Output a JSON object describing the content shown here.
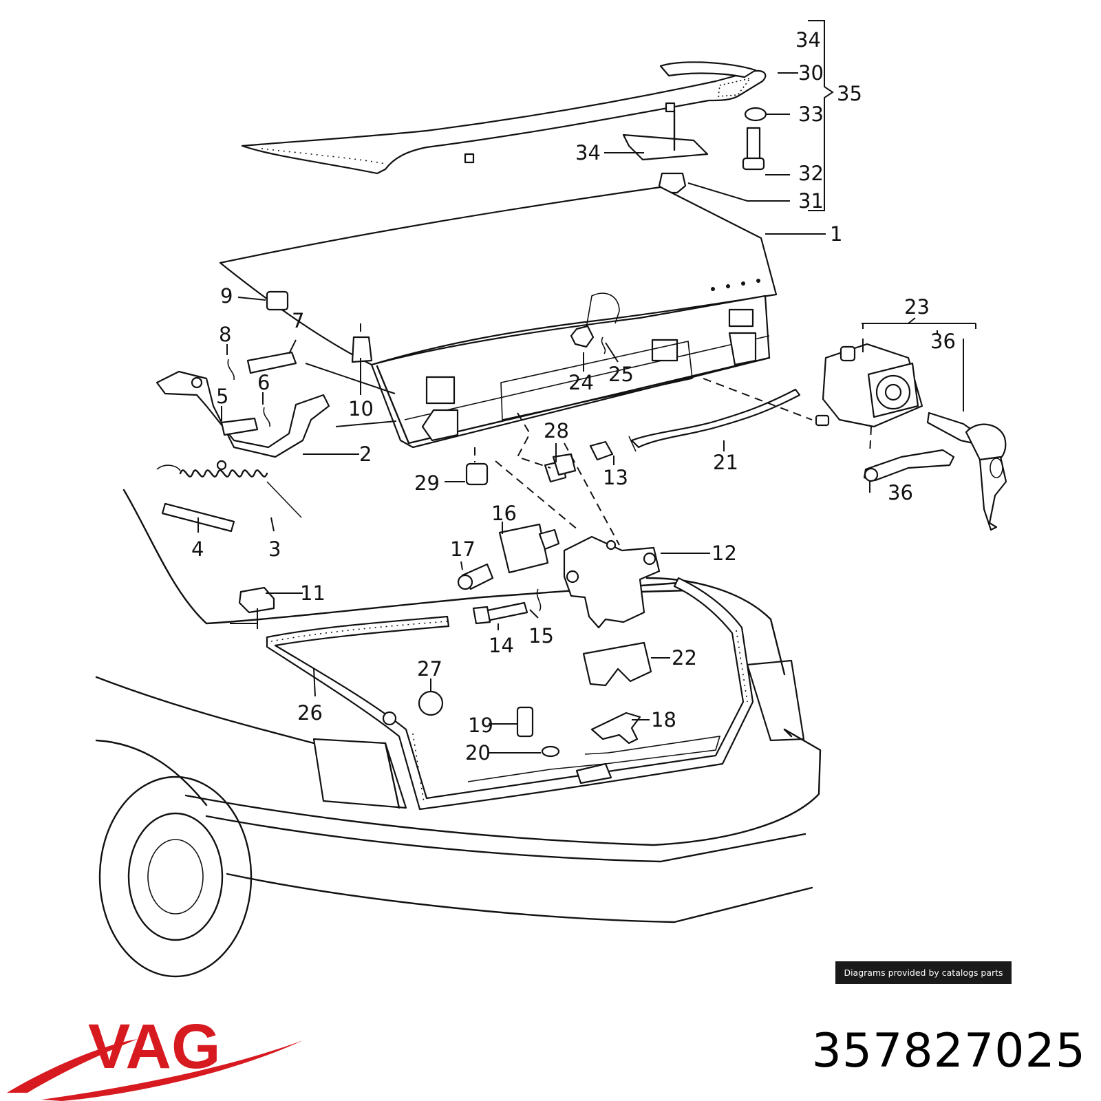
{
  "diagram": {
    "callouts": [
      {
        "id": "c34a",
        "text": "34"
      },
      {
        "id": "c30",
        "text": "30"
      },
      {
        "id": "c35",
        "text": "35"
      },
      {
        "id": "c33",
        "text": "33"
      },
      {
        "id": "c34b",
        "text": "34"
      },
      {
        "id": "c32",
        "text": "32"
      },
      {
        "id": "c31",
        "text": "31"
      },
      {
        "id": "c1",
        "text": "1"
      },
      {
        "id": "c9",
        "text": "9"
      },
      {
        "id": "c8",
        "text": "8"
      },
      {
        "id": "c7",
        "text": "7"
      },
      {
        "id": "c6",
        "text": "6"
      },
      {
        "id": "c5",
        "text": "5"
      },
      {
        "id": "c10",
        "text": "10"
      },
      {
        "id": "c24",
        "text": "24"
      },
      {
        "id": "c25",
        "text": "25"
      },
      {
        "id": "c23",
        "text": "23"
      },
      {
        "id": "c36a",
        "text": "36"
      },
      {
        "id": "c2",
        "text": "2"
      },
      {
        "id": "c28",
        "text": "28"
      },
      {
        "id": "c21",
        "text": "21"
      },
      {
        "id": "c13",
        "text": "13"
      },
      {
        "id": "c29",
        "text": "29"
      },
      {
        "id": "c36b",
        "text": "36"
      },
      {
        "id": "c4",
        "text": "4"
      },
      {
        "id": "c3",
        "text": "3"
      },
      {
        "id": "c16",
        "text": "16"
      },
      {
        "id": "c17",
        "text": "17"
      },
      {
        "id": "c12",
        "text": "12"
      },
      {
        "id": "c11",
        "text": "11"
      },
      {
        "id": "c14",
        "text": "14"
      },
      {
        "id": "c15",
        "text": "15"
      },
      {
        "id": "c22",
        "text": "22"
      },
      {
        "id": "c27",
        "text": "27"
      },
      {
        "id": "c26",
        "text": "26"
      },
      {
        "id": "c19",
        "text": "19"
      },
      {
        "id": "c18",
        "text": "18"
      },
      {
        "id": "c20",
        "text": "20"
      }
    ]
  },
  "credit": "Diagrams provided by catalogs parts",
  "brand": {
    "logo_text": "VAG",
    "color": "#d71920"
  },
  "part_number": "357827025"
}
